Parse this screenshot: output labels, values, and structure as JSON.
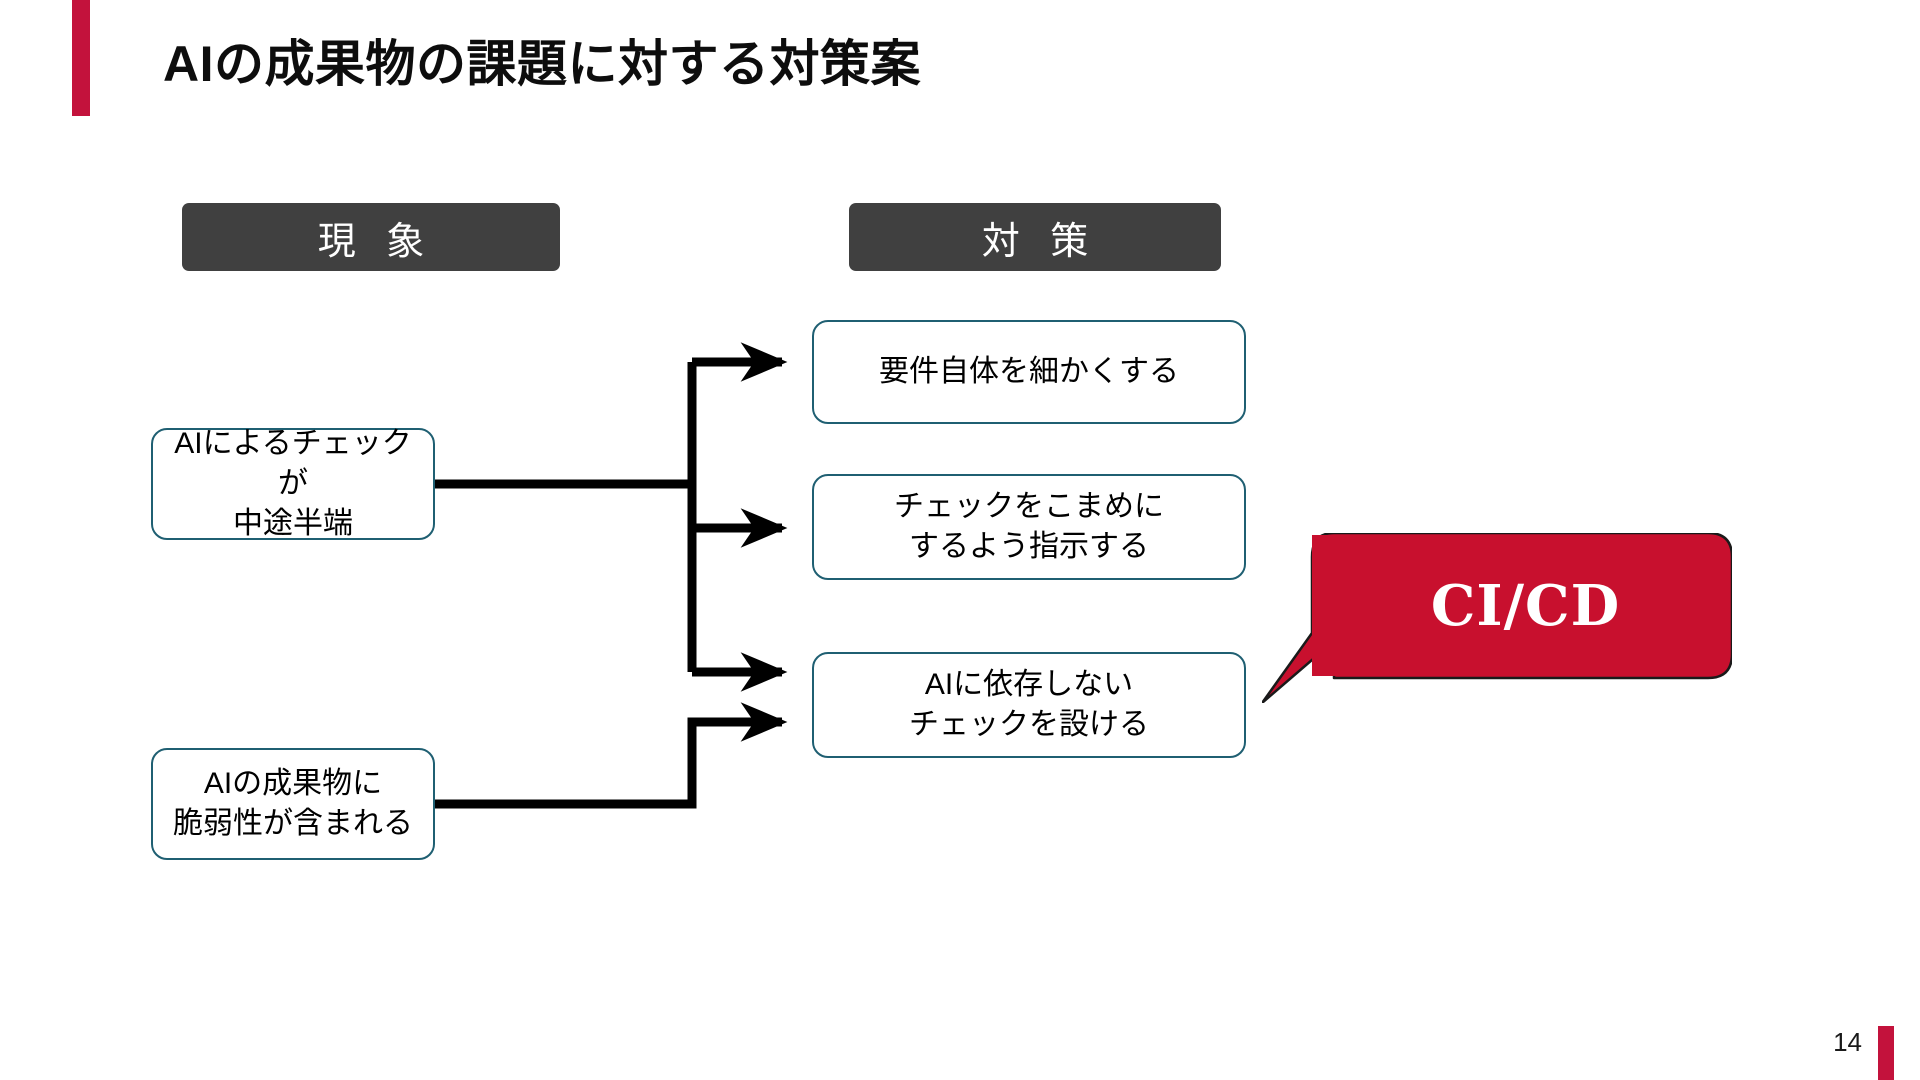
{
  "slide": {
    "title": "AIの成果物の課題に対する対策案",
    "page_number": "14",
    "accent_color": "#C3123C",
    "header_chip_color": "#404040",
    "box_border_color": "#1F5F72",
    "callout_color": "#C8102E"
  },
  "columns": {
    "phenomenon_header": "現 象",
    "countermeasure_header": "対 策"
  },
  "phenomena": [
    {
      "id": "phen-1",
      "line1": "AIによるチェックが",
      "line2": "中途半端"
    },
    {
      "id": "phen-2",
      "line1": "AIの成果物に",
      "line2": "脆弱性が含まれる"
    }
  ],
  "countermeasures": [
    {
      "id": "meas-1",
      "line1": "要件自体を細かくする",
      "line2": ""
    },
    {
      "id": "meas-2",
      "line1": "チェックをこまめに",
      "line2": "するよう指示する"
    },
    {
      "id": "meas-3",
      "line1": "AIに依存しない",
      "line2": "チェックを設ける"
    }
  ],
  "callout": {
    "label": "CI/CD"
  }
}
